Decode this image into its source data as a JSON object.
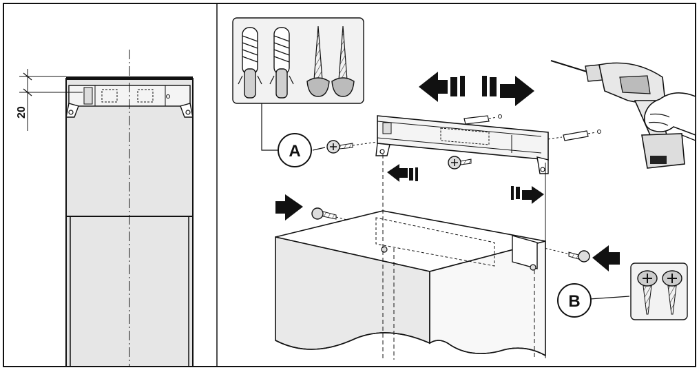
{
  "left_panel": {
    "dimension_label": "20"
  },
  "right_panel": {
    "callout_a": "A",
    "callout_b": "B",
    "kit_a_icon": "wall-plugs-and-screws-icon",
    "kit_b_icon": "self-tapping-screws-icon",
    "tool_icon": "power-drill-icon"
  },
  "colors": {
    "line": "#111111",
    "hood_fill": "#e6e6e6",
    "cabinet_fill": "#e9e9e9",
    "panel_fill": "#f2f2f2"
  }
}
